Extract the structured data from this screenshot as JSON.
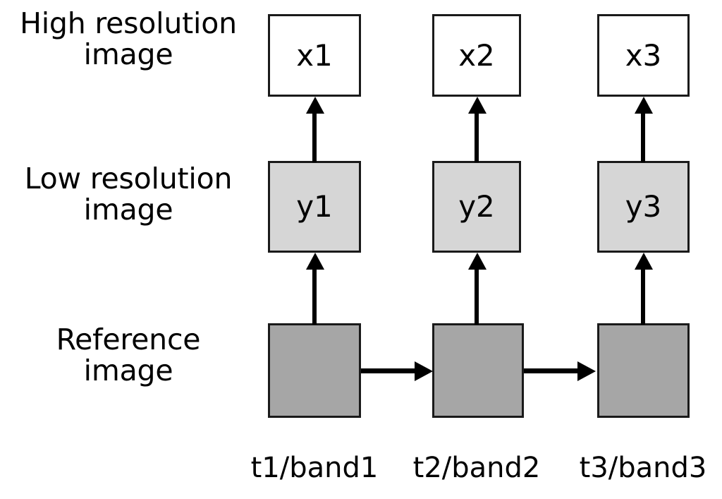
{
  "diagram": {
    "title": "Reference-based super-resolution sequence diagram",
    "background_color": "#ffffff",
    "stroke_color": "#1a1a1a",
    "arrow_color": "#000000",
    "row_labels": [
      {
        "id": "high-resolution",
        "text": "High resolution\nimage"
      },
      {
        "id": "low-resolution",
        "text": "Low resolution\nimage"
      },
      {
        "id": "reference",
        "text": "Reference\nimage"
      }
    ],
    "rows": [
      {
        "id": "high-resolution-row",
        "fill": "#ffffff",
        "nodes": [
          {
            "id": "x1",
            "label": "x1"
          },
          {
            "id": "x2",
            "label": "x2"
          },
          {
            "id": "x3",
            "label": "x3"
          }
        ]
      },
      {
        "id": "low-resolution-row",
        "fill": "#d6d6d6",
        "nodes": [
          {
            "id": "y1",
            "label": "y1"
          },
          {
            "id": "y2",
            "label": "y2"
          },
          {
            "id": "y3",
            "label": "y3"
          }
        ]
      },
      {
        "id": "reference-row",
        "fill": "#a6a6a6",
        "nodes": [
          {
            "id": "ref1",
            "label": ""
          },
          {
            "id": "ref2",
            "label": ""
          },
          {
            "id": "ref3",
            "label": ""
          }
        ]
      }
    ],
    "column_captions": [
      {
        "id": "col1",
        "text": "t1/band1"
      },
      {
        "id": "col2",
        "text": "t2/band2"
      },
      {
        "id": "col3",
        "text": "t3/band3"
      }
    ],
    "vertical_arrows": [
      {
        "id": "arrow-y1-to-x1",
        "from": "y1",
        "to": "x1",
        "direction": "up"
      },
      {
        "id": "arrow-y2-to-x2",
        "from": "y2",
        "to": "x2",
        "direction": "up"
      },
      {
        "id": "arrow-y3-to-x3",
        "from": "y3",
        "to": "x3",
        "direction": "up"
      },
      {
        "id": "arrow-ref1-to-y1",
        "from": "ref1",
        "to": "y1",
        "direction": "up"
      },
      {
        "id": "arrow-ref2-to-y2",
        "from": "ref2",
        "to": "y2",
        "direction": "up"
      },
      {
        "id": "arrow-ref3-to-y3",
        "from": "ref3",
        "to": "y3",
        "direction": "up"
      }
    ],
    "horizontal_arrows": [
      {
        "id": "arrow-ref1-to-ref2",
        "from": "ref1",
        "to": "ref2",
        "direction": "right"
      },
      {
        "id": "arrow-ref2-to-ref3",
        "from": "ref2",
        "to": "ref3",
        "direction": "right"
      }
    ]
  }
}
